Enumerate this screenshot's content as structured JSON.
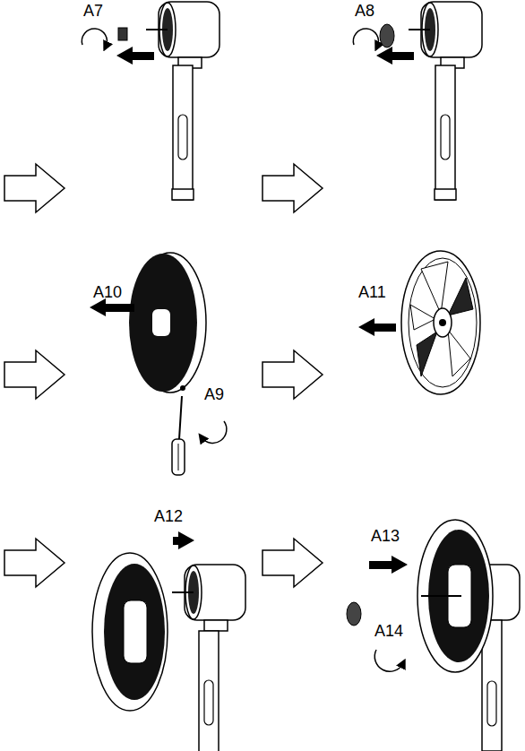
{
  "diagram": {
    "labels": [
      "A7",
      "A8",
      "A10",
      "A9",
      "A11",
      "A12",
      "A13",
      "A14"
    ]
  }
}
